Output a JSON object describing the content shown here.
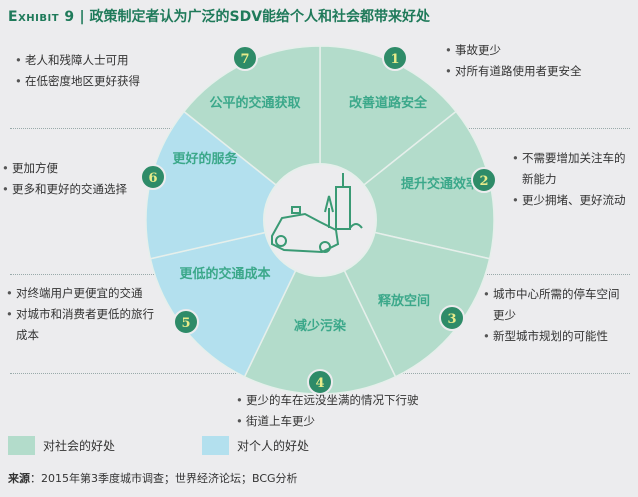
{
  "title": {
    "exhibit": "Exhibit 9",
    "text": "| 政策制定者认为广泛的SDV能给个人和社会都带来好处"
  },
  "colors": {
    "society": "#b3dccb",
    "individual": "#b3e0ee",
    "badge": "#2e8b68",
    "label": "#3ba88a"
  },
  "segments": [
    {
      "num": "1",
      "label": "改善道路安全",
      "type": "society",
      "bullets": [
        "事故更少",
        "对所有道路使用者更安全"
      ]
    },
    {
      "num": "2",
      "label": "提升交通效率",
      "type": "society",
      "bullets": [
        "不需要增加关注车的",
        "新能力",
        "更少拥堵、更好流动"
      ]
    },
    {
      "num": "3",
      "label": "释放空间",
      "type": "society",
      "bullets": [
        "城市中心所需的停车空间",
        "更少",
        "新型城市规划的可能性"
      ]
    },
    {
      "num": "4",
      "label": "减少污染",
      "type": "society",
      "bullets": [
        "更少的车在远没坐满的情况下行驶",
        "街道上车更少"
      ]
    },
    {
      "num": "5",
      "label": "更低的交通成本",
      "type": "individual",
      "bullets": [
        "对终端用户更便宜的交通",
        "对城市和消费者更低的旅行",
        "成本"
      ]
    },
    {
      "num": "6",
      "label": "更好的服务",
      "type": "individual",
      "bullets": [
        "更加方便",
        "更多和更好的交通选择"
      ]
    },
    {
      "num": "7",
      "label": "公平的交通获取",
      "type": "society",
      "bullets": [
        "老人和残障人士可用",
        "在低密度地区更好获得"
      ]
    }
  ],
  "legend": {
    "society": "对社会的好处",
    "individual": "对个人的好处"
  },
  "source": {
    "label": "来源",
    "text": "：2015年第3季度城市调查；世界经济论坛；BCG分析"
  }
}
